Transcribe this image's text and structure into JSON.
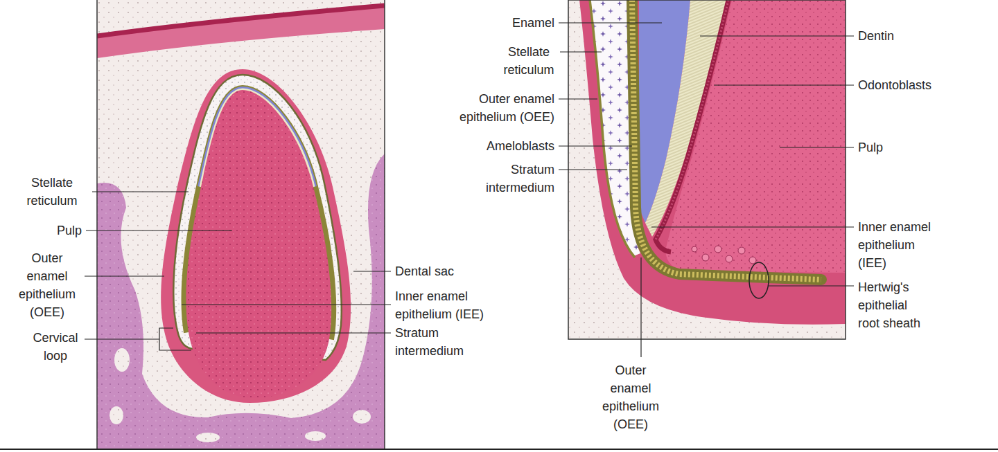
{
  "diagram": {
    "labels": [
      "Stellate reticulum",
      "Pulp",
      "Outer enamel epithelium (OEE)",
      "Cervical loop",
      "Dental sac",
      "Inner enamel epithelium (IEE)",
      "Stratum intermedium",
      "Enamel",
      "Stellate reticulum",
      "Outer enamel epithelium (OEE)",
      "Ameloblasts",
      "Stratum intermedium",
      "Dentin",
      "Odontoblasts",
      "Pulp",
      "Inner enamel epithelium (IEE)",
      "Hertwig's epithelial root sheath",
      "Outer enamel epithelium (OEE)"
    ]
  }
}
